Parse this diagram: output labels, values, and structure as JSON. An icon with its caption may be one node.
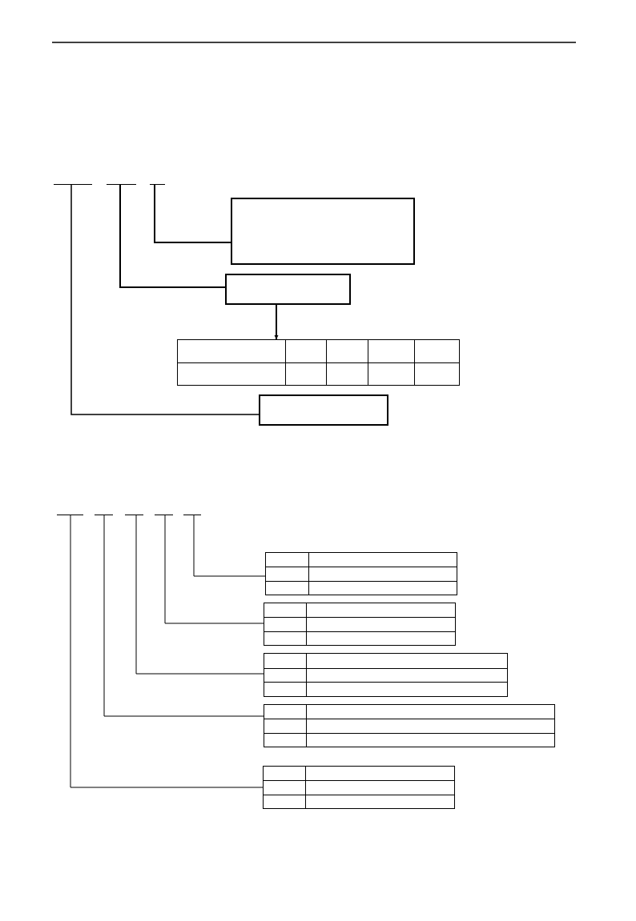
{
  "diagram": {
    "nodes": [
      {
        "text": [],
        "shape": "bar"
      },
      {
        "text": [],
        "shape": "bar"
      },
      {
        "text": [],
        "shape": "bar"
      },
      {
        "text": [],
        "shape": "box"
      },
      {
        "text": [],
        "shape": "box"
      },
      {
        "text": [],
        "shape": "table"
      },
      {
        "text": [],
        "shape": "box"
      },
      {
        "text": [],
        "shape": "bar"
      },
      {
        "text": [],
        "shape": "bar"
      },
      {
        "text": [],
        "shape": "bar"
      },
      {
        "text": [],
        "shape": "bar"
      },
      {
        "text": [],
        "shape": "bar"
      },
      {
        "text": [],
        "shape": "table"
      },
      {
        "text": [],
        "shape": "table"
      },
      {
        "text": [],
        "shape": "table"
      },
      {
        "text": [],
        "shape": "table"
      },
      {
        "text": [],
        "shape": "table"
      }
    ],
    "edges": [
      {
        "from": 2,
        "to": 3,
        "arrow": "none"
      },
      {
        "from": 1,
        "to": 4,
        "arrow": "none"
      },
      {
        "from": 4,
        "to": 5,
        "arrow": "to"
      },
      {
        "from": 0,
        "to": 6,
        "arrow": "none"
      },
      {
        "from": 11,
        "to": 12,
        "arrow": "none"
      },
      {
        "from": 10,
        "to": 13,
        "arrow": "none"
      },
      {
        "from": 9,
        "to": 14,
        "arrow": "none"
      },
      {
        "from": 8,
        "to": 15,
        "arrow": "none"
      },
      {
        "from": 7,
        "to": 16,
        "arrow": "none"
      }
    ]
  }
}
